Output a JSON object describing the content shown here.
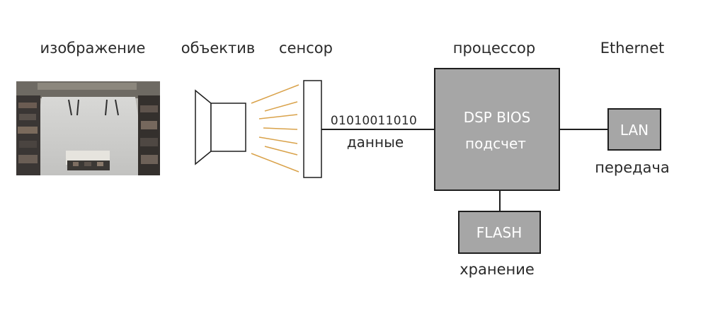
{
  "labels": {
    "image": "изображение",
    "lens": "объектив",
    "sensor": "сенсор",
    "processor": "процессор",
    "ethernet": "Ethernet"
  },
  "data_line": {
    "bits": "01010011010",
    "label": "данные"
  },
  "processor_box": {
    "line1": "DSP BIOS",
    "line2": "подсчет"
  },
  "lan_box": {
    "label": "LAN",
    "caption": "передача"
  },
  "flash_box": {
    "label": "FLASH",
    "caption": "хранение"
  },
  "colors": {
    "box_fill": "#a6a6a6",
    "box_border": "#1e1e1e",
    "light_rays": "#d9a24a",
    "line": "#1e1e1e"
  }
}
